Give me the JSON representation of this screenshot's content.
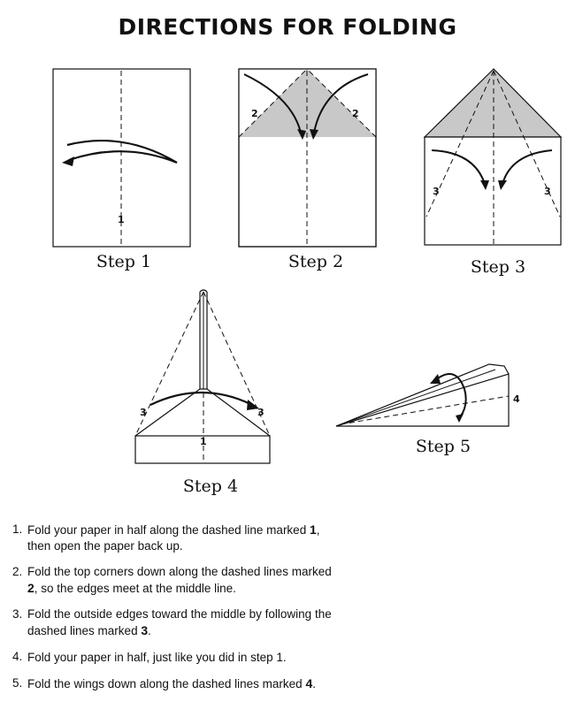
{
  "title": "DIRECTIONS FOR FOLDING",
  "colors": {
    "shade": "#c8c8c8",
    "ink": "#111111"
  },
  "steps": [
    {
      "caption": "Step 1",
      "fold_labels": [
        "1"
      ]
    },
    {
      "caption": "Step 2",
      "fold_labels": [
        "2",
        "2"
      ]
    },
    {
      "caption": "Step 3",
      "fold_labels": [
        "3",
        "3"
      ]
    },
    {
      "caption": "Step 4",
      "fold_labels": [
        "3",
        "3",
        "1"
      ]
    },
    {
      "caption": "Step 5",
      "fold_labels": [
        "4"
      ]
    }
  ],
  "instructions": [
    {
      "num": "1.",
      "before": "Fold your paper in half along the dashed line marked ",
      "mark": "1",
      "after": ", then open the paper back up."
    },
    {
      "num": "2.",
      "before": "Fold the top corners down along the dashed lines marked ",
      "mark": "2",
      "after": ", so the edges meet at the middle line."
    },
    {
      "num": "3.",
      "before": "Fold the outside edges toward the middle by following the dashed lines marked ",
      "mark": "3",
      "after": "."
    },
    {
      "num": "4.",
      "before": "Fold your paper in half, just like you did in step 1.",
      "mark": "",
      "after": ""
    },
    {
      "num": "5.",
      "before": "Fold the wings down along the dashed lines marked ",
      "mark": "4",
      "after": "."
    }
  ]
}
